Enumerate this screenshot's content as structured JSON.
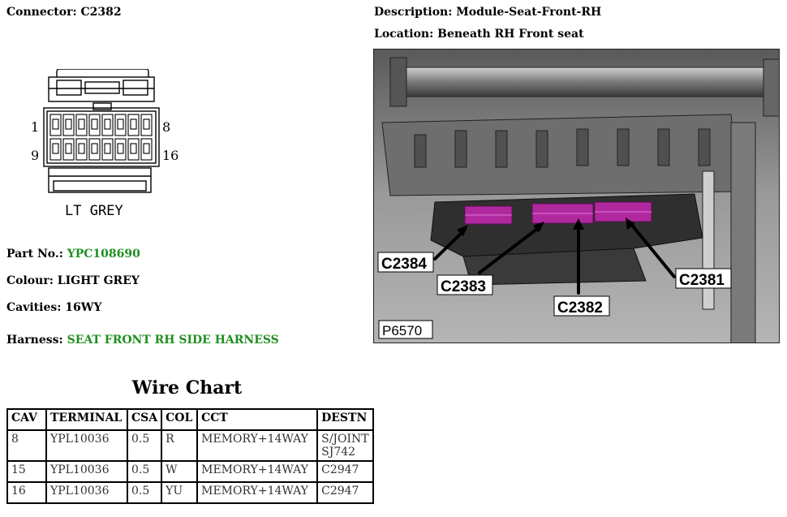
{
  "header": {
    "connector_label": "Connector:",
    "connector_value": "C2382",
    "description_label": "Description:",
    "description_value": "Module-Seat-Front-RH",
    "location_label": "Location:",
    "location_value": "Beneath RH Front seat"
  },
  "drawing": {
    "pin_top_left": "1",
    "pin_top_right": "8",
    "pin_bottom_left": "9",
    "pin_bottom_right": "16",
    "colour_caption": "LT GREY"
  },
  "details": {
    "part_no_label": "Part No.:",
    "part_no_value": "YPC108690",
    "colour_label": "Colour:",
    "colour_value": "LIGHT GREY",
    "cavities_label": "Cavities:",
    "cavities_value": "16WY",
    "harness_label": "Harness:",
    "harness_value": "SEAT FRONT RH SIDE HARNESS"
  },
  "photo": {
    "callouts": [
      "C2384",
      "C2383",
      "C2382",
      "C2381"
    ],
    "ref": "P6570"
  },
  "wire_chart": {
    "title": "Wire Chart",
    "headers": [
      "CAV",
      "TERMINAL",
      "CSA",
      "COL",
      "CCT",
      "DESTN"
    ],
    "rows": [
      {
        "cav": "8",
        "terminal": "YPL10036",
        "csa": "0.5",
        "col": "R",
        "cct": "MEMORY+14WAY",
        "destn_line1": "S/JOINT",
        "destn_line2": "SJ742"
      },
      {
        "cav": "15",
        "terminal": "YPL10036",
        "csa": "0.5",
        "col": "W",
        "cct": "MEMORY+14WAY",
        "destn_line1": "C2947",
        "destn_line2": ""
      },
      {
        "cav": "16",
        "terminal": "YPL10036",
        "csa": "0.5",
        "col": "YU",
        "cct": "MEMORY+14WAY",
        "destn_line1": "C2947",
        "destn_line2": ""
      }
    ]
  },
  "colors": {
    "green_text": "#1f8f1f",
    "connector_magenta": "#b0289e"
  }
}
